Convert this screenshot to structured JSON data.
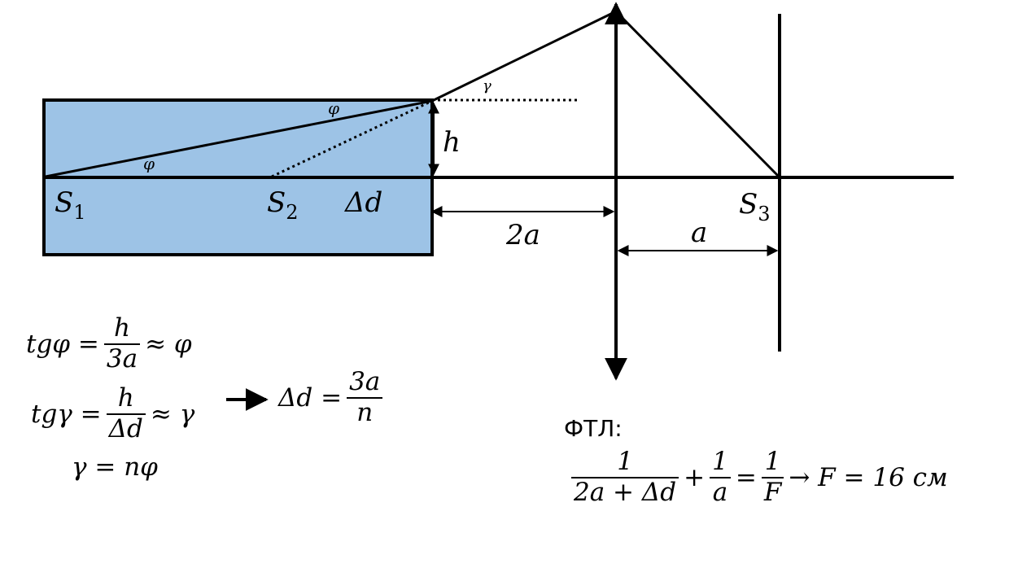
{
  "diagram": {
    "labels": {
      "s1": "S",
      "s1_sub": "1",
      "s2": "S",
      "s2_sub": "2",
      "s3": "S",
      "s3_sub": "3",
      "delta_d": "Δd",
      "h": "h",
      "two_a": "2a",
      "a": "a",
      "phi_top": "φ",
      "phi_bottom": "φ",
      "gamma": "γ"
    },
    "colors": {
      "glass_fill": "#9dc3e6",
      "stroke": "#000000"
    }
  },
  "equations": {
    "eq1": {
      "lhs": "tgφ =",
      "num": "h",
      "den": "3a",
      "rhs": "≈ φ"
    },
    "eq2": {
      "lhs": "tgγ =",
      "num": "h",
      "den": "Δd",
      "rhs": "≈ γ"
    },
    "eq3": "γ = nφ",
    "result": {
      "lhs": "Δd =",
      "num": "3a",
      "den": "n"
    },
    "ftl_label": "ФТЛ:",
    "ftl": {
      "f1_num": "1",
      "f1_den": "2a + Δd",
      "plus": "+",
      "f2_num": "1",
      "f2_den": "a",
      "equals": "=",
      "f3_num": "1",
      "f3_den": "F",
      "result": "→ F = 16 см"
    }
  }
}
